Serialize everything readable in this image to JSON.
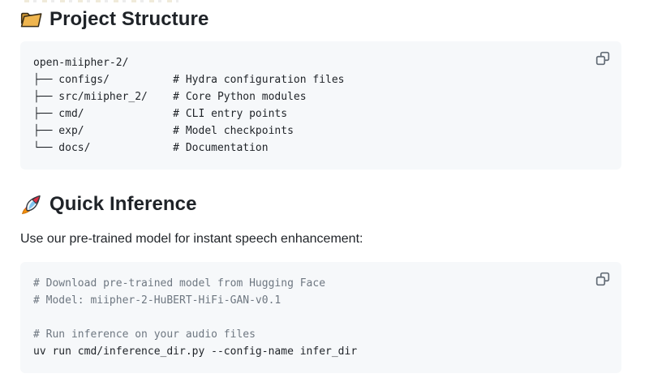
{
  "colors": {
    "page_background": "#ffffff",
    "text": "#1f2328",
    "code_block_background": "#f6f8fa",
    "code_comment": "#6e7781",
    "copy_icon": "#636c76",
    "folder_gold": "#efb54e",
    "rocket_red": "#dd2e44"
  },
  "sections": {
    "project_structure": {
      "icon": "open-folder-emoji",
      "heading": "Project Structure",
      "code": {
        "copy_button_icon": "copy-icon",
        "lines": [
          "open-miipher-2/",
          "├── configs/          # Hydra configuration files",
          "├── src/miipher_2/    # Core Python modules",
          "├── cmd/              # CLI entry points",
          "├── exp/              # Model checkpoints",
          "└── docs/             # Documentation"
        ]
      }
    },
    "quick_inference": {
      "icon": "rocket-emoji",
      "heading": "Quick Inference",
      "intro": "Use our pre-trained model for instant speech enhancement:",
      "code": {
        "copy_button_icon": "copy-icon",
        "lines": [
          {
            "type": "comment",
            "text": "# Download pre-trained model from Hugging Face"
          },
          {
            "type": "comment",
            "text": "# Model: miipher-2-HuBERT-HiFi-GAN-v0.1"
          },
          {
            "type": "blank",
            "text": ""
          },
          {
            "type": "comment",
            "text": "# Run inference on your audio files"
          },
          {
            "type": "command",
            "text": "uv run cmd/inference_dir.py --config-name infer_dir"
          }
        ]
      }
    }
  }
}
